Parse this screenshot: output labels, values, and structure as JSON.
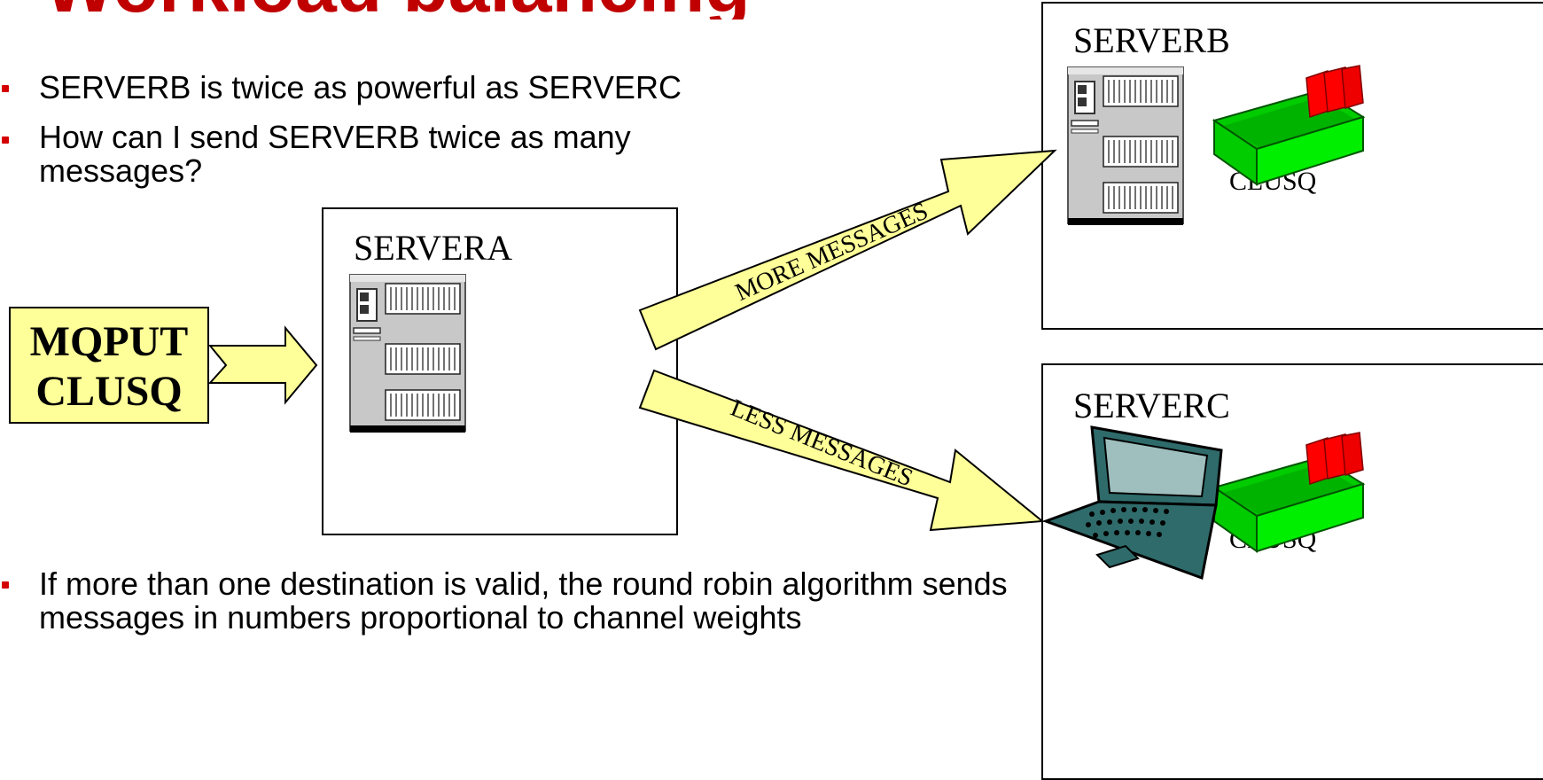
{
  "slide": {
    "title_fragment": "Workload balancing parameters",
    "bullets_top": [
      "SERVERB is twice as powerful as SERVERC",
      "How can I send SERVERB twice as many messages?"
    ],
    "bullets_bottom": [
      "If more than one destination is valid, the round robin algorithm sends messages in numbers proportional to channel weights"
    ]
  },
  "diagram": {
    "mqput": {
      "line1": "MQPUT",
      "line2": "CLUSQ"
    },
    "server_a": {
      "label": "SERVERA"
    },
    "server_b": {
      "label": "SERVERB",
      "queue_label": "CLUSQ"
    },
    "server_c": {
      "label": "SERVERC",
      "queue_label": "CLUSQ"
    },
    "arrow_up_label": "MORE MESSAGES",
    "arrow_down_label": "LESS MESSAGES",
    "colors": {
      "arrow_fill": "#ffff99",
      "title_red": "#c00000",
      "queue_green": "#00cc00",
      "queue_red": "#ff0000",
      "laptop_teal": "#2f6b6b"
    },
    "icons": [
      "server-tower-icon",
      "queue-tray-icon",
      "laptop-icon",
      "block-arrow-icon"
    ]
  }
}
